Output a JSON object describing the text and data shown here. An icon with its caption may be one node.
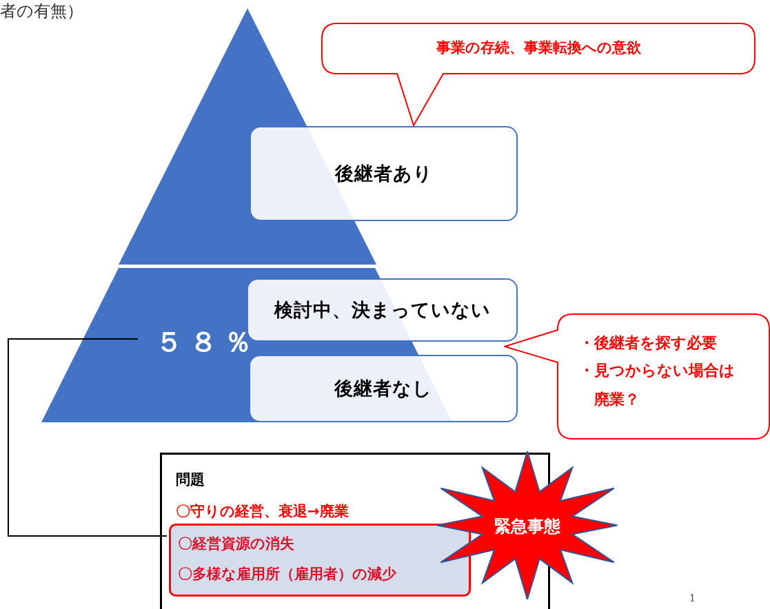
{
  "diagram": {
    "nodes": [
      {
        "text": [],
        "shape": "triangle"
      },
      {
        "text": [
          "５８％"
        ]
      },
      {
        "text": [
          "後継者あり"
        ]
      },
      {
        "text": [
          "検討中、決まっていない"
        ]
      },
      {
        "text": [
          "後継者なし"
        ]
      },
      {
        "text": [
          "事業の存続、事業転換への意欲"
        ]
      },
      {
        "text": [
          "・後継者を探す必要",
          "・見つからない場合は廃業？"
        ]
      },
      {
        "text": [
          "問題",
          "〇守りの経営、衰退→廃業"
        ]
      },
      {
        "text": [
          "〇経営資源の消失",
          "〇多様な雇用所（雇用者）の減少"
        ],
        "in": 7
      },
      {
        "text": [
          "緊急事態"
        ]
      }
    ],
    "edges": [
      {
        "from": 1,
        "to": 8,
        "arrow": "none"
      }
    ],
    "labels": [
      "者の有無）",
      "1"
    ]
  }
}
